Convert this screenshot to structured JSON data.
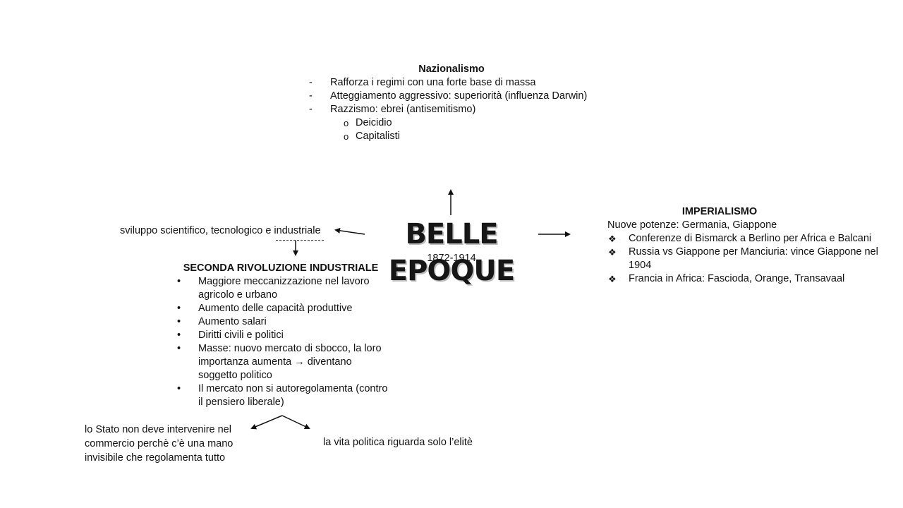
{
  "nazionalismo": {
    "title": "Nazionalismo",
    "items": [
      "Rafforza i regimi con una forte base di massa",
      "Atteggiamento aggressivo: superiorità (influenza Darwin)",
      "Razzismo: ebrei (antisemitismo)"
    ],
    "subitems": [
      "Deicidio",
      "Capitalisti"
    ]
  },
  "center": {
    "title": "BELLE EPOQUE",
    "dates": "1872-1914"
  },
  "left_branch": {
    "text": "sviluppo scientifico, tecnologico e industriale"
  },
  "seconda_rivoluzione": {
    "title": "SECONDA RIVOLUZIONE INDUSTRIALE",
    "items": [
      "Maggiore meccanizzazione nel lavoro agricolo e urbano",
      "Aumento delle capacità produttive",
      "Aumento salari",
      "Diritti civili e politici",
      "Masse: nuovo mercato di sbocco, la loro importanza aumenta → diventano soggetto politico",
      "Il mercato non si autoregolamenta (contro il pensiero liberale)"
    ]
  },
  "imperialismo": {
    "title": "IMPERIALISMO",
    "intro": "Nuove potenze: Germania, Giappone",
    "items": [
      "Conferenze di Bismarck a Berlino per Africa e Balcani",
      "Russia vs Giappone per Manciuria: vince Giappone nel 1904",
      "Francia in Africa: Fascioda, Orange, Transavaal"
    ]
  },
  "bottom": {
    "stato": "lo Stato non deve intervenire nel commercio perchè c’è una mano invisibile che regolamenta tutto",
    "vita": "la vita politica riguarda solo l’elitè"
  }
}
